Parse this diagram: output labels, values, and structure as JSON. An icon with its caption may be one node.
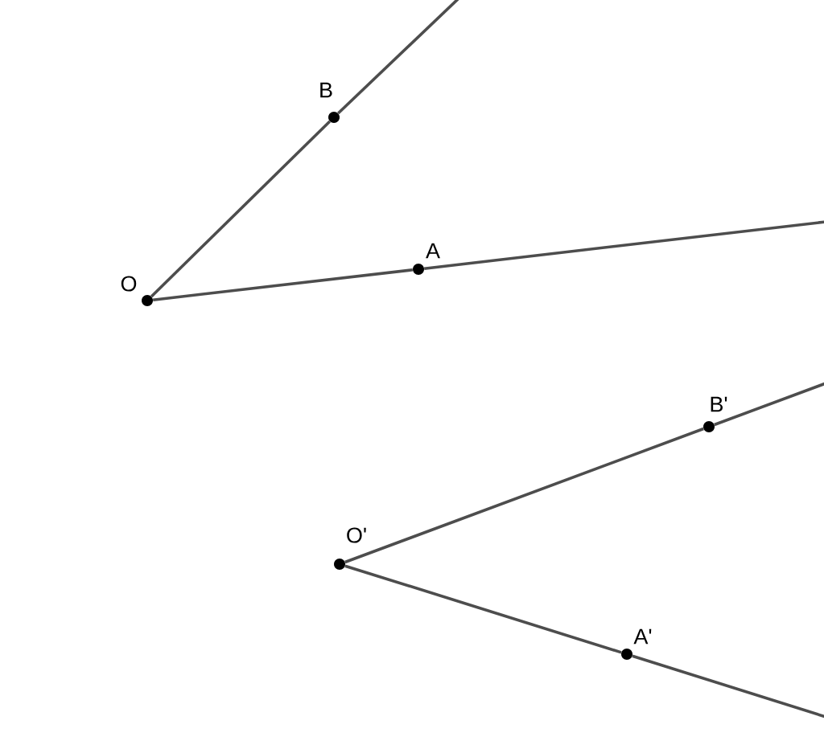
{
  "diagram": {
    "nodes": [
      {
        "text": [
          "O"
        ]
      },
      {
        "text": [
          "B"
        ]
      },
      {
        "text": [
          "A"
        ]
      },
      {
        "text": [
          "O'"
        ]
      },
      {
        "text": [
          "B'"
        ]
      },
      {
        "text": [
          "A'"
        ]
      }
    ],
    "edges": [
      {
        "from": 0,
        "to": 1,
        "arrow": "none"
      },
      {
        "from": 1,
        "to": null,
        "arrow": "none"
      },
      {
        "from": 0,
        "to": 2,
        "arrow": "none"
      },
      {
        "from": 2,
        "to": null,
        "arrow": "none"
      },
      {
        "from": 3,
        "to": 4,
        "arrow": "none"
      },
      {
        "from": 4,
        "to": null,
        "arrow": "none"
      },
      {
        "from": 3,
        "to": 5,
        "arrow": "none"
      },
      {
        "from": 5,
        "to": null,
        "arrow": "none"
      }
    ]
  }
}
